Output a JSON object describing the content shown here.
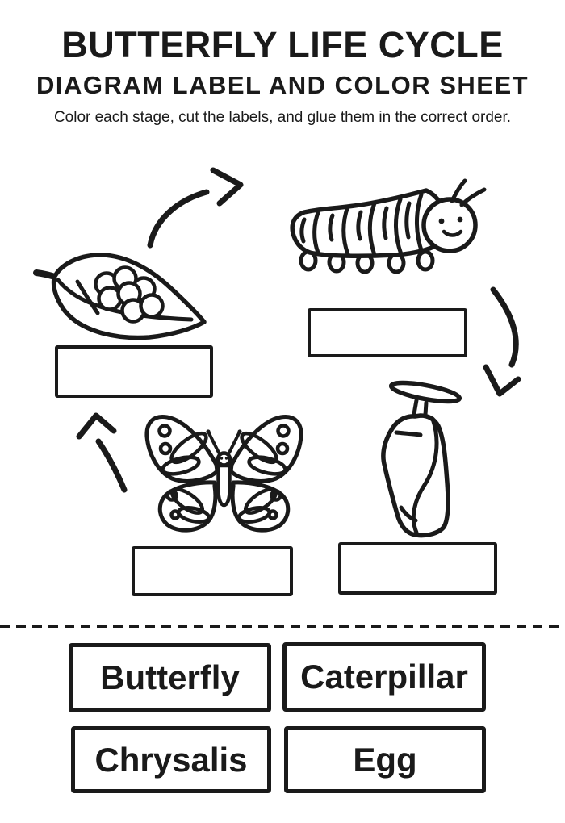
{
  "page": {
    "background": "#ffffff",
    "ink_color": "#1a1a1a"
  },
  "header": {
    "title": "BUTTERFLY LIFE CYCLE",
    "subtitle": "DIAGRAM LABEL AND COLOR SHEET",
    "instruction": "Color each stage, cut the labels, and glue them in the correct order."
  },
  "diagram": {
    "stages": [
      {
        "id": "egg",
        "illustration": "eggs-on-leaf"
      },
      {
        "id": "caterpillar",
        "illustration": "caterpillar"
      },
      {
        "id": "chrysalis",
        "illustration": "chrysalis-hanging-from-branch"
      },
      {
        "id": "butterfly",
        "illustration": "butterfly"
      }
    ],
    "arrows": [
      "egg-to-caterpillar",
      "caterpillar-to-chrysalis",
      "butterfly-to-egg"
    ],
    "answer_boxes": 4,
    "cut_line_style": "dashed"
  },
  "labels": [
    {
      "text": "Butterfly"
    },
    {
      "text": "Caterpillar"
    },
    {
      "text": "Chrysalis"
    },
    {
      "text": "Egg"
    }
  ]
}
